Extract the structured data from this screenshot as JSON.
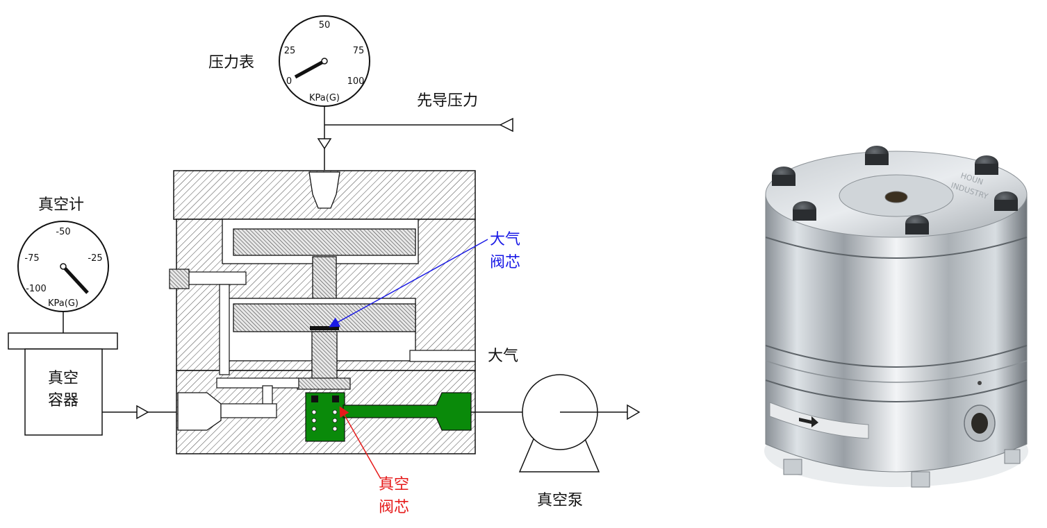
{
  "labels": {
    "pressure_gauge": "压力表",
    "pilot_pressure": "先导压力",
    "vacuum_meter": "真空计",
    "atm_core_line1": "大气",
    "atm_core_line2": "阀芯",
    "atmosphere": "大气",
    "vacuum_container_line1": "真空",
    "vacuum_container_line2": "容器",
    "vacuum_core_line1": "真空",
    "vacuum_core_line2": "阀芯",
    "vacuum_pump": "真空泵"
  },
  "pressure_gauge": {
    "ticks": [
      "0",
      "25",
      "50",
      "75",
      "100"
    ],
    "unit": "KPa(G)"
  },
  "vacuum_gauge": {
    "ticks": [
      "-100",
      "-75",
      "-50",
      "-25"
    ],
    "unit": "KPa(G)"
  },
  "product_photo": {
    "engraving_line1": "HOUN",
    "engraving_line2": "INDUSTRY"
  },
  "colors": {
    "atm_core_arrow": "#1a1ae6",
    "vacuum_core_arrow": "#e61a1a",
    "vacuum_passage": "#0a8a0a",
    "hatch": "#555555"
  }
}
